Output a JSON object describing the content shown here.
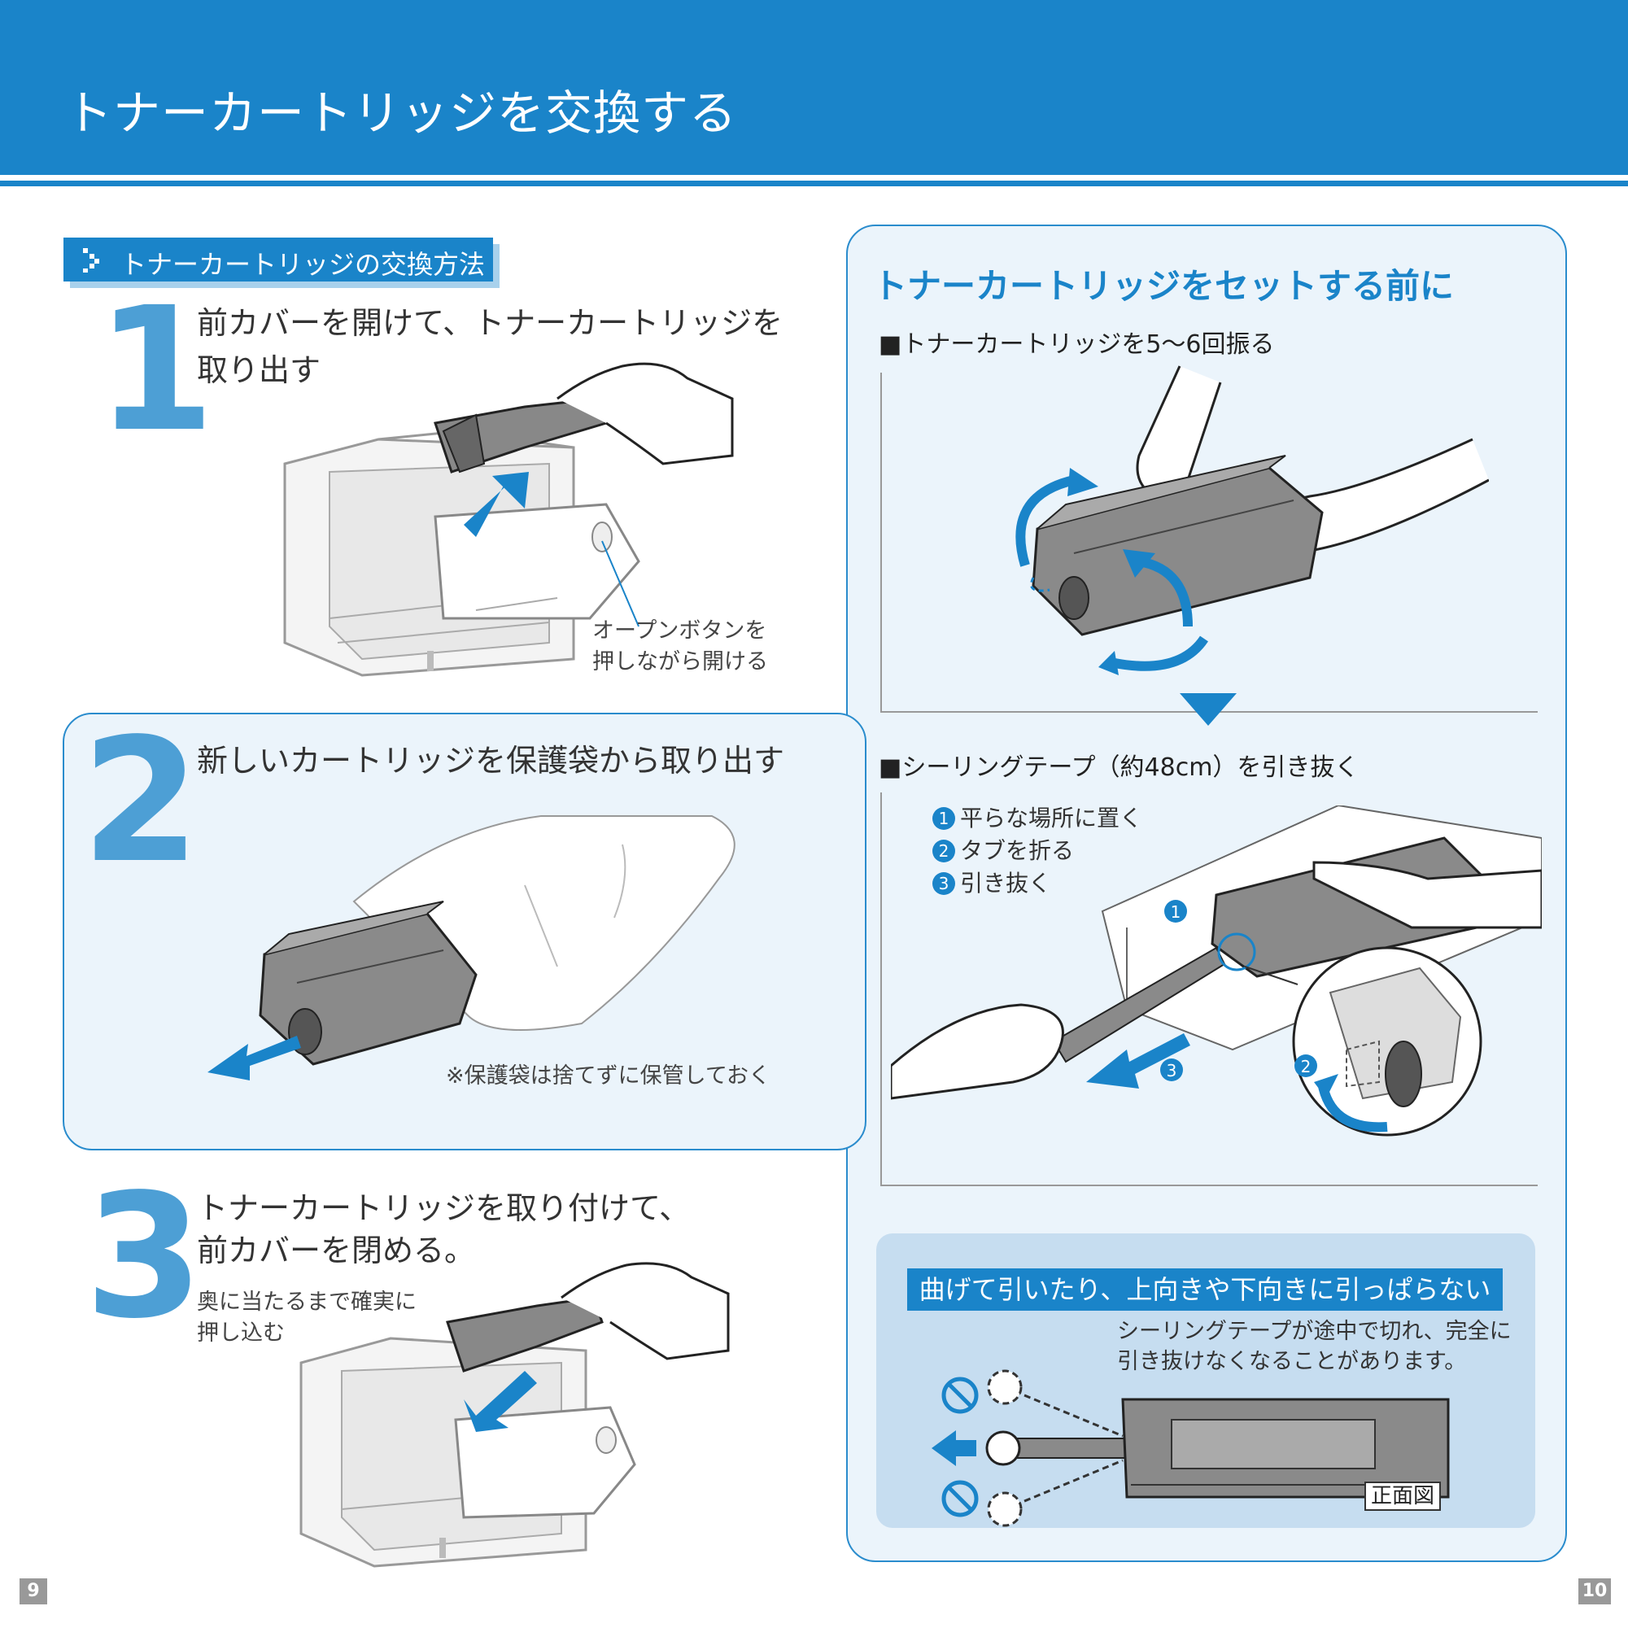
{
  "page_title": "トナーカートリッジを交換する",
  "section_tab": "トナーカートリッジの交換方法",
  "steps": [
    {
      "number": "1",
      "line1": "前カバーを開けて、トナーカートリッジを",
      "line2": "取り出す",
      "callout1": "オープンボタンを",
      "callout2": "押しながら開ける"
    },
    {
      "number": "2",
      "line1": "新しいカートリッジを保護袋から取り出す",
      "note": "※保護袋は捨てずに保管しておく"
    },
    {
      "number": "3",
      "line1": "トナーカートリッジを取り付けて、",
      "line2": "前カバーを閉める。",
      "note1": "奥に当たるまで確実に",
      "note2": "押し込む"
    }
  ],
  "right_panel": {
    "title": "トナーカートリッジをセットする前に",
    "shake_heading": "■トナーカートリッジを5〜6回振る",
    "tape_heading": "■シーリングテープ（約48cm）を引き抜く",
    "substeps": [
      {
        "num": "1",
        "text": "平らな場所に置く"
      },
      {
        "num": "2",
        "text": "タブを折る"
      },
      {
        "num": "3",
        "text": "引き抜く"
      }
    ],
    "warning_title": "曲げて引いたり、上向きや下向きに引っぱらない",
    "warning_line1": "シーリングテープが途中で切れ、完全に",
    "warning_line2": "引き抜けなくなることがあります。",
    "front_view_label": "正面図"
  },
  "page_numbers": {
    "left": "9",
    "right": "10"
  },
  "colors": {
    "accent": "#1a84c9",
    "panel_bg": "#ebf4fb",
    "big_number": "#4d9fd5",
    "warn_bg": "#c6ddf0"
  }
}
